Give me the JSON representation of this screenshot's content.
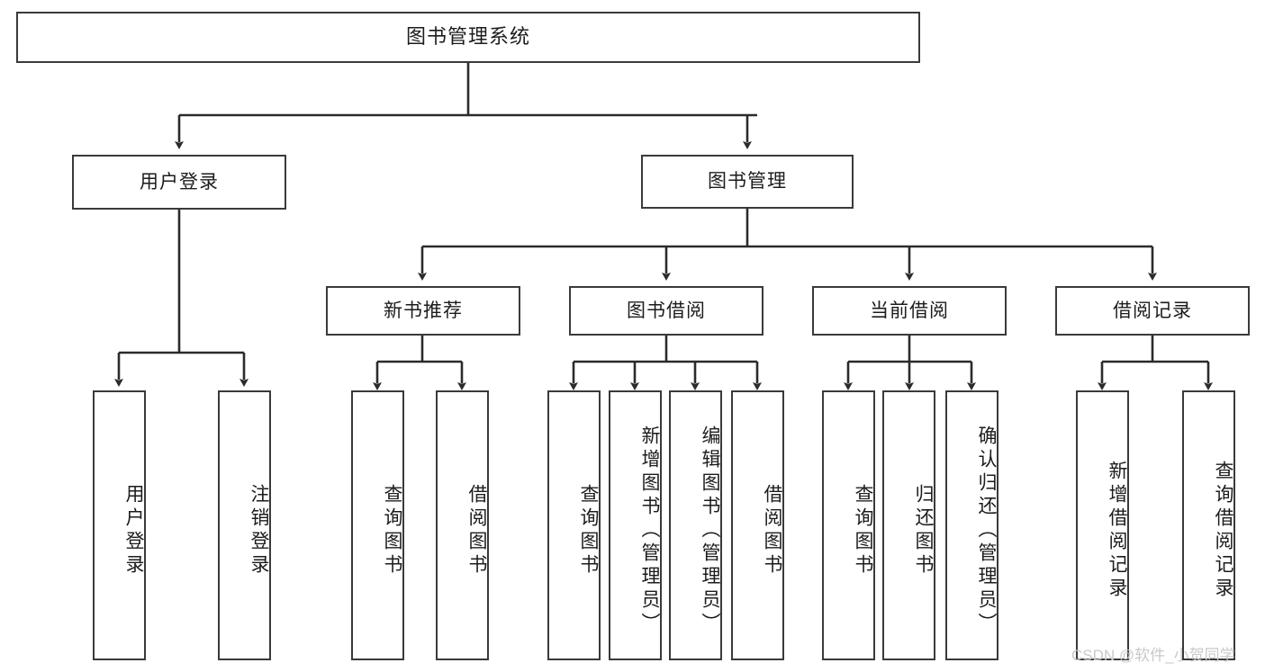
{
  "diagram": {
    "title": "图书管理系统",
    "watermark": "CSDN @软件_小贺同学",
    "colors": {
      "box_border": "#3a3a3a",
      "box_fill": "#ffffff",
      "edge": "#2b2b2b",
      "text": "#1c1c1c",
      "watermark": "#c9c9c9",
      "background": "#ffffff"
    },
    "levels": {
      "root": "图书管理系统",
      "level2": [
        "用户登录",
        "图书管理"
      ],
      "level3": [
        "新书推荐",
        "图书借阅",
        "当前借阅",
        "借阅记录"
      ]
    },
    "nodes": {
      "root": {
        "label": "图书管理系统",
        "orientation": "horizontal"
      },
      "user_login": {
        "label": "用户登录",
        "orientation": "horizontal"
      },
      "book_manage": {
        "label": "图书管理",
        "orientation": "horizontal"
      },
      "new_book_rec": {
        "label": "新书推荐",
        "orientation": "horizontal"
      },
      "book_borrow": {
        "label": "图书借阅",
        "orientation": "horizontal"
      },
      "current_borrow": {
        "label": "当前借阅",
        "orientation": "horizontal"
      },
      "borrow_record": {
        "label": "借阅记录",
        "orientation": "horizontal"
      },
      "leaf_user_login": {
        "label": "用户登录",
        "orientation": "vertical"
      },
      "leaf_logout": {
        "label": "注销登录",
        "orientation": "vertical"
      },
      "leaf_query_book_1": {
        "label": "查询图书",
        "orientation": "vertical"
      },
      "leaf_borrow_book_1": {
        "label": "借阅图书",
        "orientation": "vertical"
      },
      "leaf_query_book_2": {
        "label": "查询图书",
        "orientation": "vertical"
      },
      "leaf_add_book": {
        "label": "新增图书（管理员）",
        "orientation": "vertical"
      },
      "leaf_edit_book": {
        "label": "编辑图书（管理员）",
        "orientation": "vertical"
      },
      "leaf_borrow_book_2": {
        "label": "借阅图书",
        "orientation": "vertical"
      },
      "leaf_query_book_3": {
        "label": "查询图书",
        "orientation": "vertical"
      },
      "leaf_return_book": {
        "label": "归还图书",
        "orientation": "vertical"
      },
      "leaf_confirm_return": {
        "label": "确认归还（管理员）",
        "orientation": "vertical"
      },
      "leaf_add_record": {
        "label": "新增借阅记录",
        "orientation": "vertical"
      },
      "leaf_query_record": {
        "label": "查询借阅记录",
        "orientation": "vertical"
      }
    },
    "tree": {
      "图书管理系统": {
        "用户登录": [
          "用户登录",
          "注销登录"
        ],
        "图书管理": {
          "新书推荐": [
            "查询图书",
            "借阅图书"
          ],
          "图书借阅": [
            "查询图书",
            "新增图书（管理员）",
            "编辑图书（管理员）",
            "借阅图书"
          ],
          "当前借阅": [
            "查询图书",
            "归还图书",
            "确认归还（管理员）"
          ],
          "借阅记录": [
            "新增借阅记录",
            "查询借阅记录"
          ]
        }
      }
    }
  }
}
